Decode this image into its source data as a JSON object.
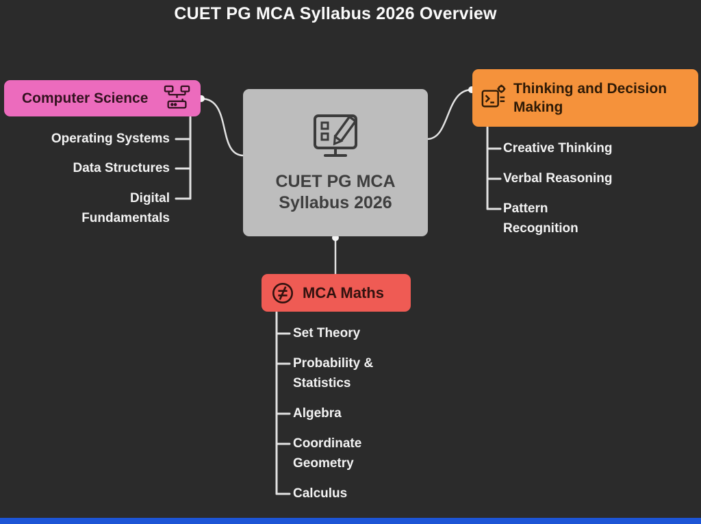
{
  "title": "CUET PG MCA Syllabus 2026 Overview",
  "center": {
    "label": "CUET PG MCA\nSyllabus 2026",
    "icon": "syllabus-monitor-pencil-icon"
  },
  "branches": {
    "computer_science": {
      "label": "Computer Science",
      "icon": "computer-network-icon",
      "color": "#ec6bbd",
      "children": [
        "Operating Systems",
        "Data Structures",
        "Digital\nFundamentals"
      ]
    },
    "thinking_decision": {
      "label": "Thinking and Decision\nMaking",
      "icon": "terminal-gear-icon",
      "color": "#f5923b",
      "children": [
        "Creative Thinking",
        "Verbal Reasoning",
        "Pattern\nRecognition"
      ]
    },
    "mca_maths": {
      "label": "MCA Maths",
      "icon": "not-equal-icon",
      "color": "#ef5b54",
      "children": [
        "Set Theory",
        "Probability &\nStatistics",
        "Algebra",
        "Coordinate\nGeometry",
        "Calculus"
      ]
    }
  },
  "colors": {
    "background": "#2b2b2b",
    "center-node": "#bdbdbd",
    "pink": "#ec6bbd",
    "orange": "#f5923b",
    "red": "#ef5b54",
    "connector": "#e3e3e3",
    "text-light": "#f3f3f3",
    "accent-blue": "#1d55d6"
  }
}
